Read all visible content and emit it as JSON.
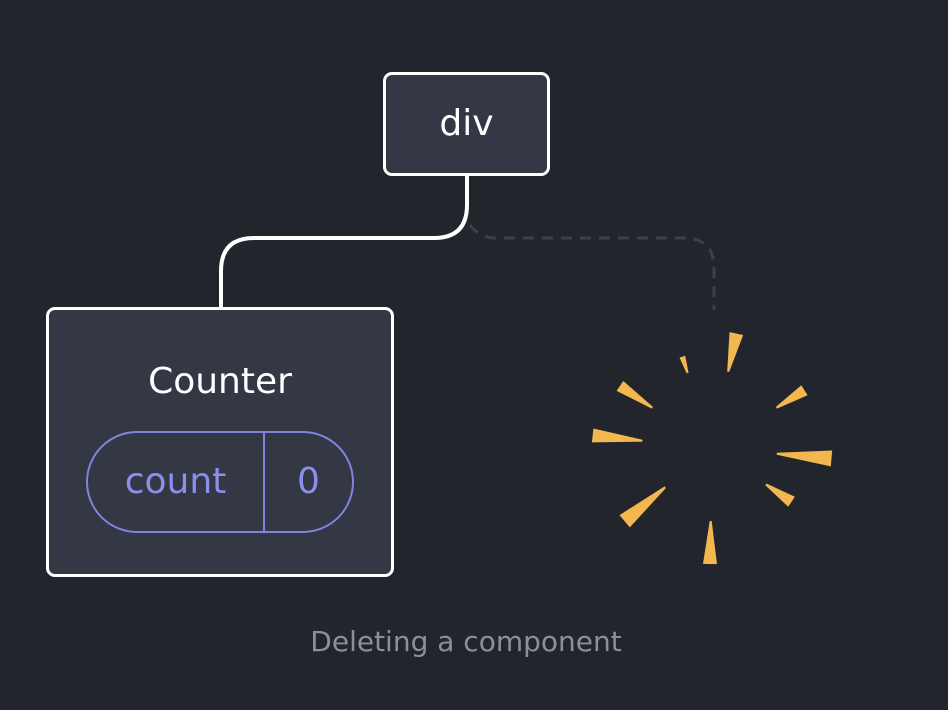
{
  "colors": {
    "background": "#23252c",
    "node_fill": "#343744",
    "node_border": "#ffffff",
    "state_accent": "#8a8fe8",
    "burst": "#f2b84f",
    "caption": "#8a8f9d",
    "dashed_line": "#3d404a"
  },
  "diagram": {
    "root_node": {
      "label": "div"
    },
    "child_node": {
      "label": "Counter",
      "state": {
        "name": "count",
        "value": "0"
      }
    },
    "deleted_child": {
      "shown_as": "burst"
    }
  },
  "caption": "Deleting a component"
}
